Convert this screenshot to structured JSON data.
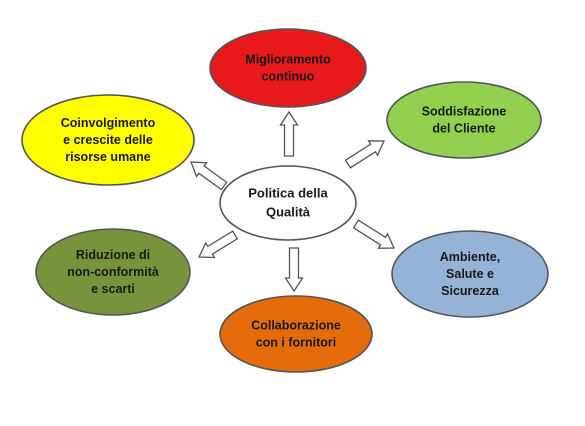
{
  "center": {
    "lines": [
      "Politica della",
      "Qualità"
    ],
    "color": "#ffffff"
  },
  "nodes": [
    {
      "id": "miglioramento",
      "lines": [
        "Miglioramento",
        "continuo"
      ],
      "color": "#e8191b"
    },
    {
      "id": "soddisfazione",
      "lines": [
        "Soddisfazione",
        "del Cliente"
      ],
      "color": "#92d050"
    },
    {
      "id": "ambiente",
      "lines": [
        "Ambiente,",
        "Salute e",
        "Sicurezza"
      ],
      "color": "#95b3d7"
    },
    {
      "id": "collaborazione",
      "lines": [
        "Collaborazione",
        "con i fornitori"
      ],
      "color": "#e46c0a"
    },
    {
      "id": "riduzione",
      "lines": [
        "Riduzione di",
        "non-conformità",
        "e scarti"
      ],
      "color": "#77933c"
    },
    {
      "id": "coinvolgimento",
      "lines": [
        "Coinvolgimento",
        "e crescite delle",
        "risorse umane"
      ],
      "color": "#ffff00"
    }
  ]
}
